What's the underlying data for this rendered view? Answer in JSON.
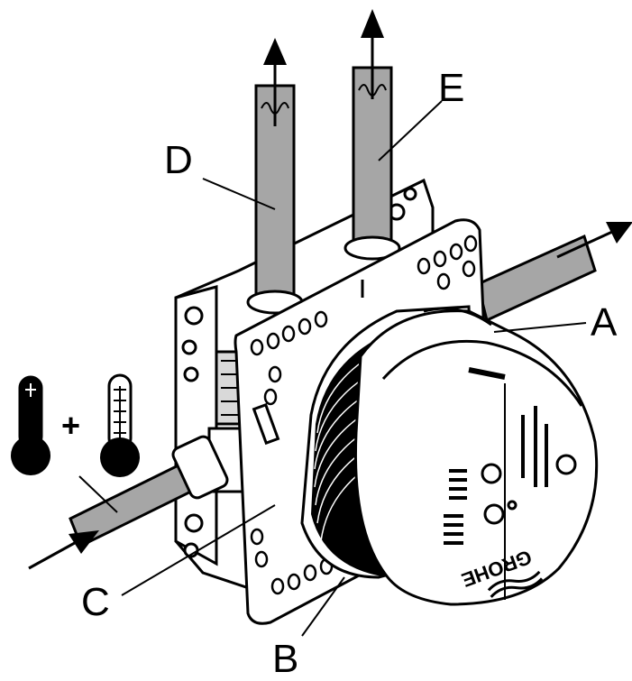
{
  "labels": {
    "a": "A",
    "b": "B",
    "c": "C",
    "d": "D",
    "e": "E"
  },
  "plus_sign": "+",
  "brand_logo": "GROHE",
  "colors": {
    "pipe": "#a6a6a6",
    "outline": "#000000",
    "background": "#ffffff",
    "detail": "#d9d9d9"
  },
  "icons": {
    "hot": "thermometer-hot-icon",
    "cold": "thermometer-cold-icon"
  }
}
